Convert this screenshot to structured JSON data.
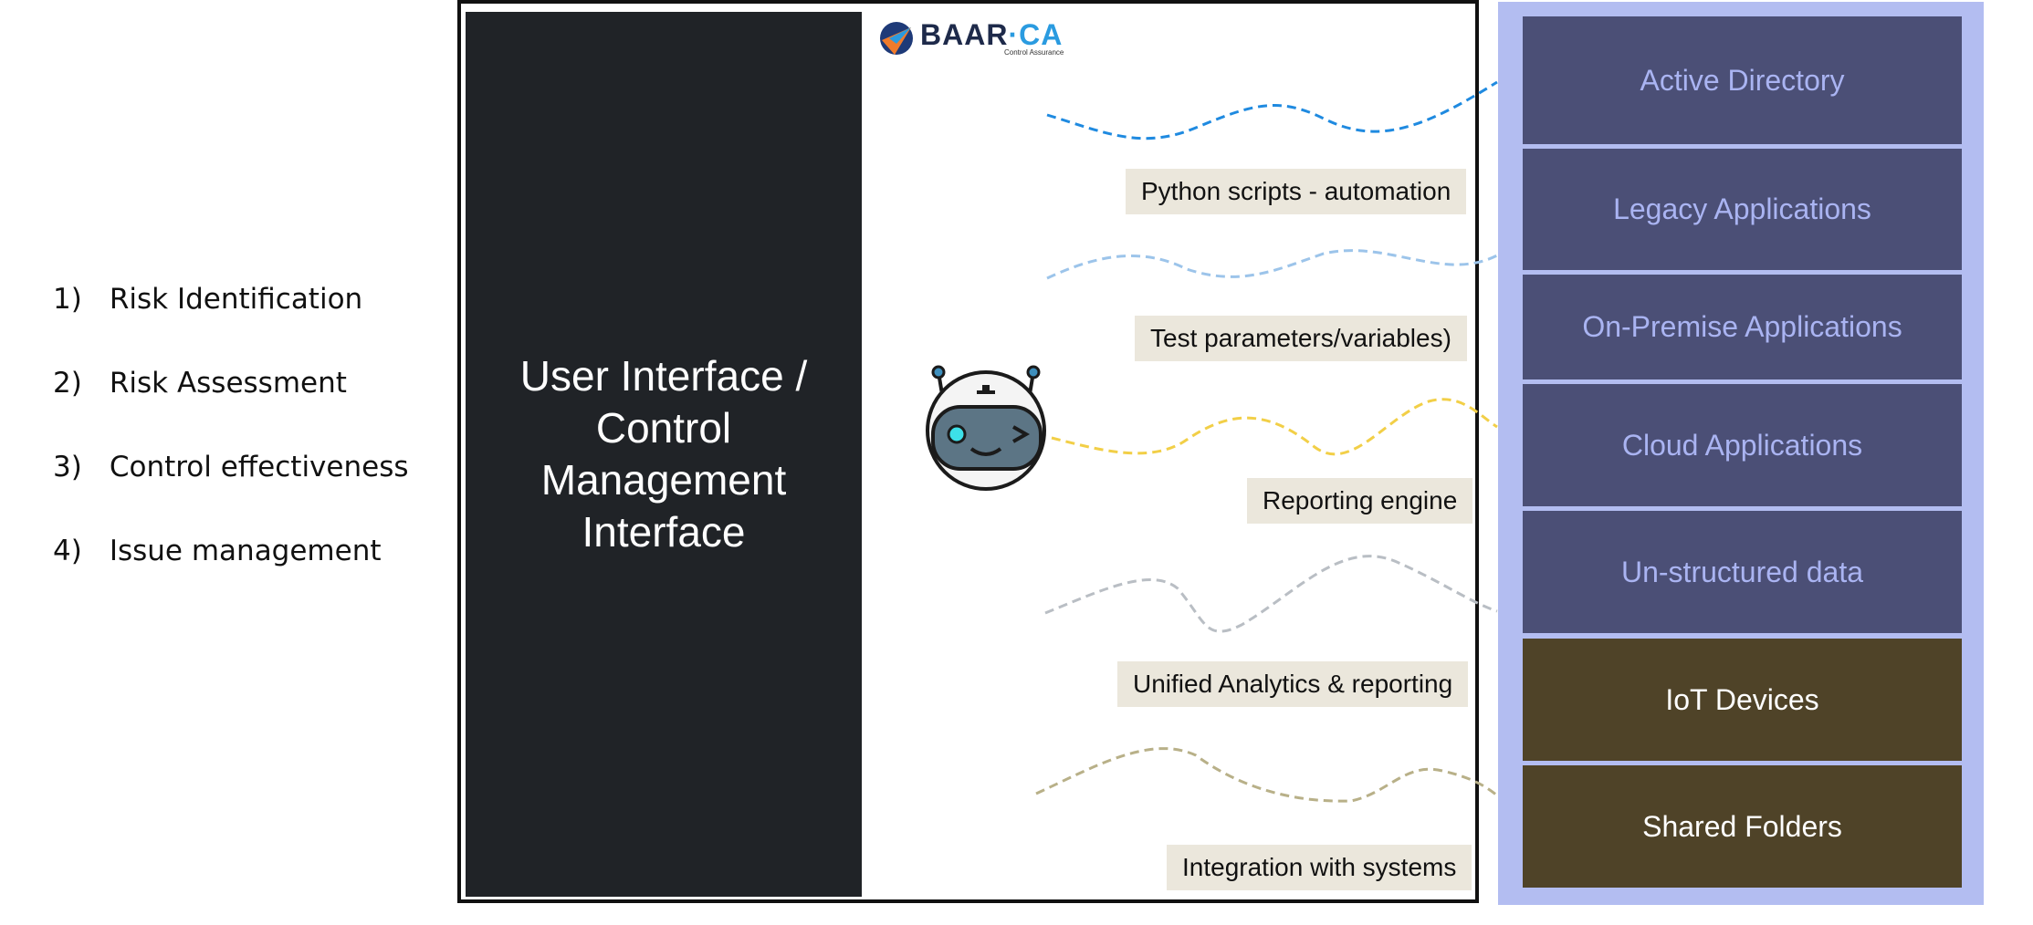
{
  "steps": [
    {
      "num": "1)",
      "label": "Risk Identification"
    },
    {
      "num": "2)",
      "label": "Risk Assessment"
    },
    {
      "num": "3)",
      "label": "Control effectiveness"
    },
    {
      "num": "4)",
      "label": "Issue management"
    }
  ],
  "main_panel": {
    "title": "User Interface / Control Management Interface"
  },
  "logo": {
    "brand": "BAAR",
    "suffix": "CA",
    "tagline": "Control Assurance"
  },
  "features": [
    "Python scripts - automation",
    "Test parameters/variables)",
    "Reporting engine",
    "Unified Analytics & reporting",
    "Integration with systems"
  ],
  "systems": [
    "Active Directory",
    "Legacy Applications",
    "On-Premise Applications",
    "Cloud Applications",
    "Un-structured data",
    "IoT Devices",
    "Shared Folders"
  ],
  "colors": {
    "connector_1": "#1f8ae0",
    "connector_2": "#9cc4ea",
    "connector_3": "#f2cf47",
    "connector_4": "#b9bec4",
    "connector_5": "#b8b088"
  },
  "icons": {
    "bot": "robot-icon",
    "logo": "baar-logo-icon"
  }
}
